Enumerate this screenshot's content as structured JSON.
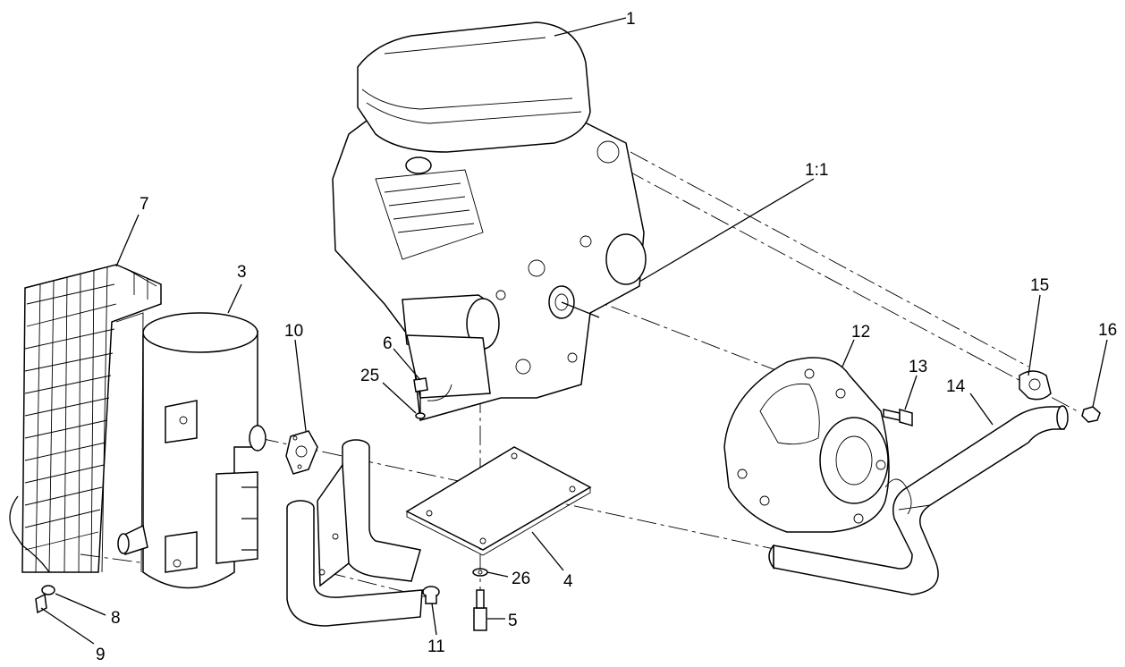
{
  "diagram": {
    "callouts": {
      "c1": "1",
      "c1_1": "1:1",
      "c3": "3",
      "c4": "4",
      "c5": "5",
      "c6": "6",
      "c7": "7",
      "c8": "8",
      "c9": "9",
      "c10": "10",
      "c11": "11",
      "c12": "12",
      "c13": "13",
      "c14": "14",
      "c15": "15",
      "c16": "16",
      "c25": "25",
      "c26": "26"
    }
  }
}
